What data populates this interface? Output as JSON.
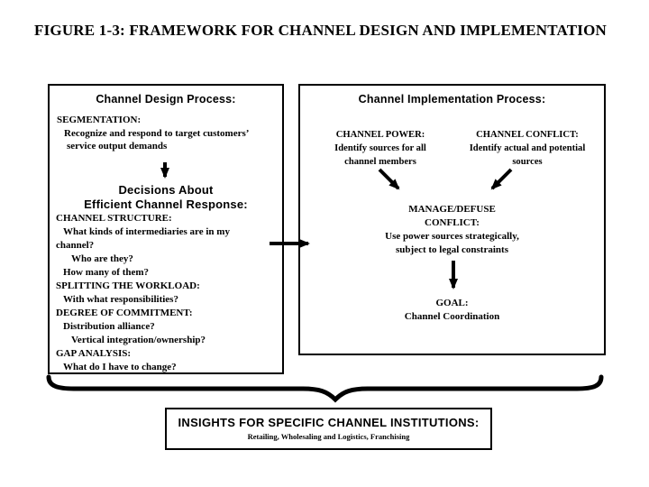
{
  "figure_title": "FIGURE 1-3: FRAMEWORK FOR CHANNEL DESIGN AND IMPLEMENTATION",
  "design_process": {
    "title": "Channel Design Process:",
    "segmentation": [
      "SEGMENTATION:",
      "Recognize and respond to target customers’",
      "service output demands"
    ],
    "decisions_heading": [
      "Decisions About",
      "Efficient Channel Response:"
    ],
    "decisions": [
      "CHANNEL STRUCTURE:",
      "What kinds of intermediaries are in my",
      "channel?",
      "Who are they?",
      "How many of them?",
      "SPLITTING THE WORKLOAD:",
      "With what responsibilities?",
      "DEGREE OF COMMITMENT:",
      "Distribution alliance?",
      "Vertical integration/ownership?",
      "GAP ANALYSIS:",
      "What do I have to change?"
    ]
  },
  "implementation_process": {
    "title": "Channel Implementation Process:",
    "channel_power": [
      "CHANNEL POWER:",
      "Identify sources for all",
      "channel members"
    ],
    "channel_conflict": [
      "CHANNEL CONFLICT:",
      "Identify actual and potential",
      "sources"
    ],
    "manage_defuse": [
      "MANAGE/DEFUSE",
      "CONFLICT:",
      "Use power sources strategically,",
      "subject to legal constraints"
    ],
    "goal": [
      "GOAL:",
      "Channel Coordination"
    ]
  },
  "insights": {
    "title": "INSIGHTS FOR SPECIFIC CHANNEL INSTITUTIONS:",
    "subtitle": "Retailing, Wholesaling and Logistics, Franchising"
  },
  "connectors": {
    "segmentation_to_decisions": "down-arrow",
    "design_to_implementation": "right-arrow",
    "power_to_manage": "down-right-arrow",
    "conflict_to_manage": "down-left-arrow",
    "manage_to_goal": "down-arrow",
    "both_boxes_to_insights": "curly-brace-down"
  },
  "colors": {
    "ink": "#000000",
    "background": "#ffffff"
  }
}
